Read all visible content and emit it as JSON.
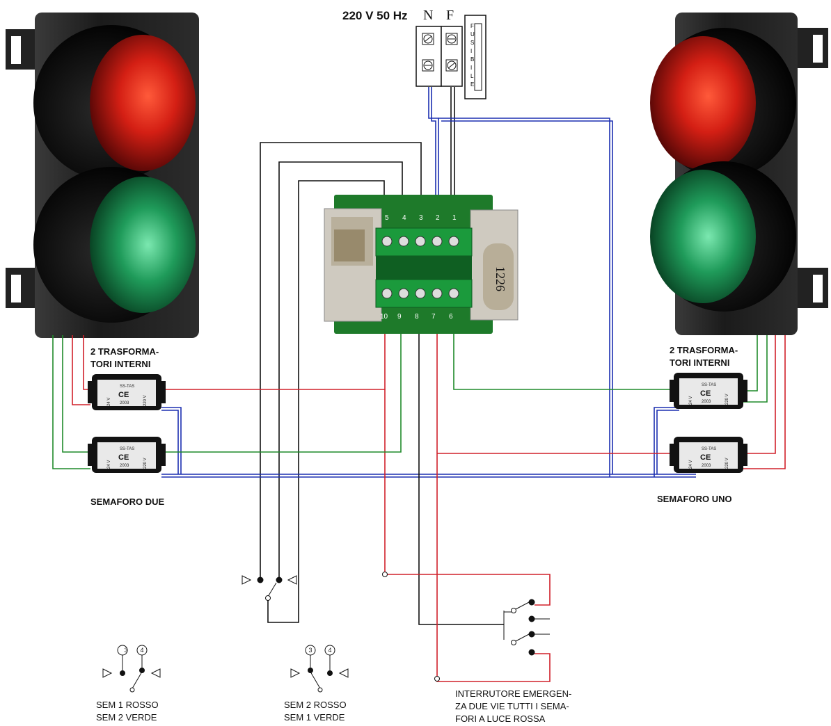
{
  "supply": {
    "voltage": "220 V 50 Hz",
    "neutral": "N",
    "phase": "F",
    "fuse": "FUSIBILE"
  },
  "colors": {
    "red_wire": "#d0202a",
    "green_wire": "#1f8a2a",
    "blue_wire": "#1c2fb0",
    "black_wire": "#111111",
    "pcb": "#1e7a2a"
  },
  "board": {
    "code": "1226",
    "top_terminals": [
      "5",
      "4",
      "3",
      "2",
      "1"
    ],
    "bottom_terminals": [
      "10",
      "9",
      "8",
      "7",
      "6"
    ]
  },
  "left_signal": {
    "transformers_label_1": "2 TRASFORMA-",
    "transformers_label_2": "TORI INTERNI",
    "name": "SEMAFORO DUE"
  },
  "right_signal": {
    "transformers_label_1": "2 TRASFORMA-",
    "transformers_label_2": "TORI INTERNI",
    "name": "SEMAFORO UNO"
  },
  "transformer": {
    "model": "SS-TAS",
    "mark": "CE",
    "year": "2003",
    "low_v": "24 V",
    "high_v": "220 V"
  },
  "switch_a": {
    "term_3": "3",
    "term_4": "4",
    "line1": "SEM 1 ROSSO",
    "line2": "SEM 2 VERDE"
  },
  "switch_b": {
    "term_3": "3",
    "term_4": "4",
    "line1": "SEM 2 ROSSO",
    "line2": "SEM 1 VERDE"
  },
  "emergency": {
    "line1": "INTERRUTORE EMERGEN-",
    "line2": "ZA DUE VIE TUTTI I  SEMA-",
    "line3": "FORI A LUCE ROSSA"
  }
}
